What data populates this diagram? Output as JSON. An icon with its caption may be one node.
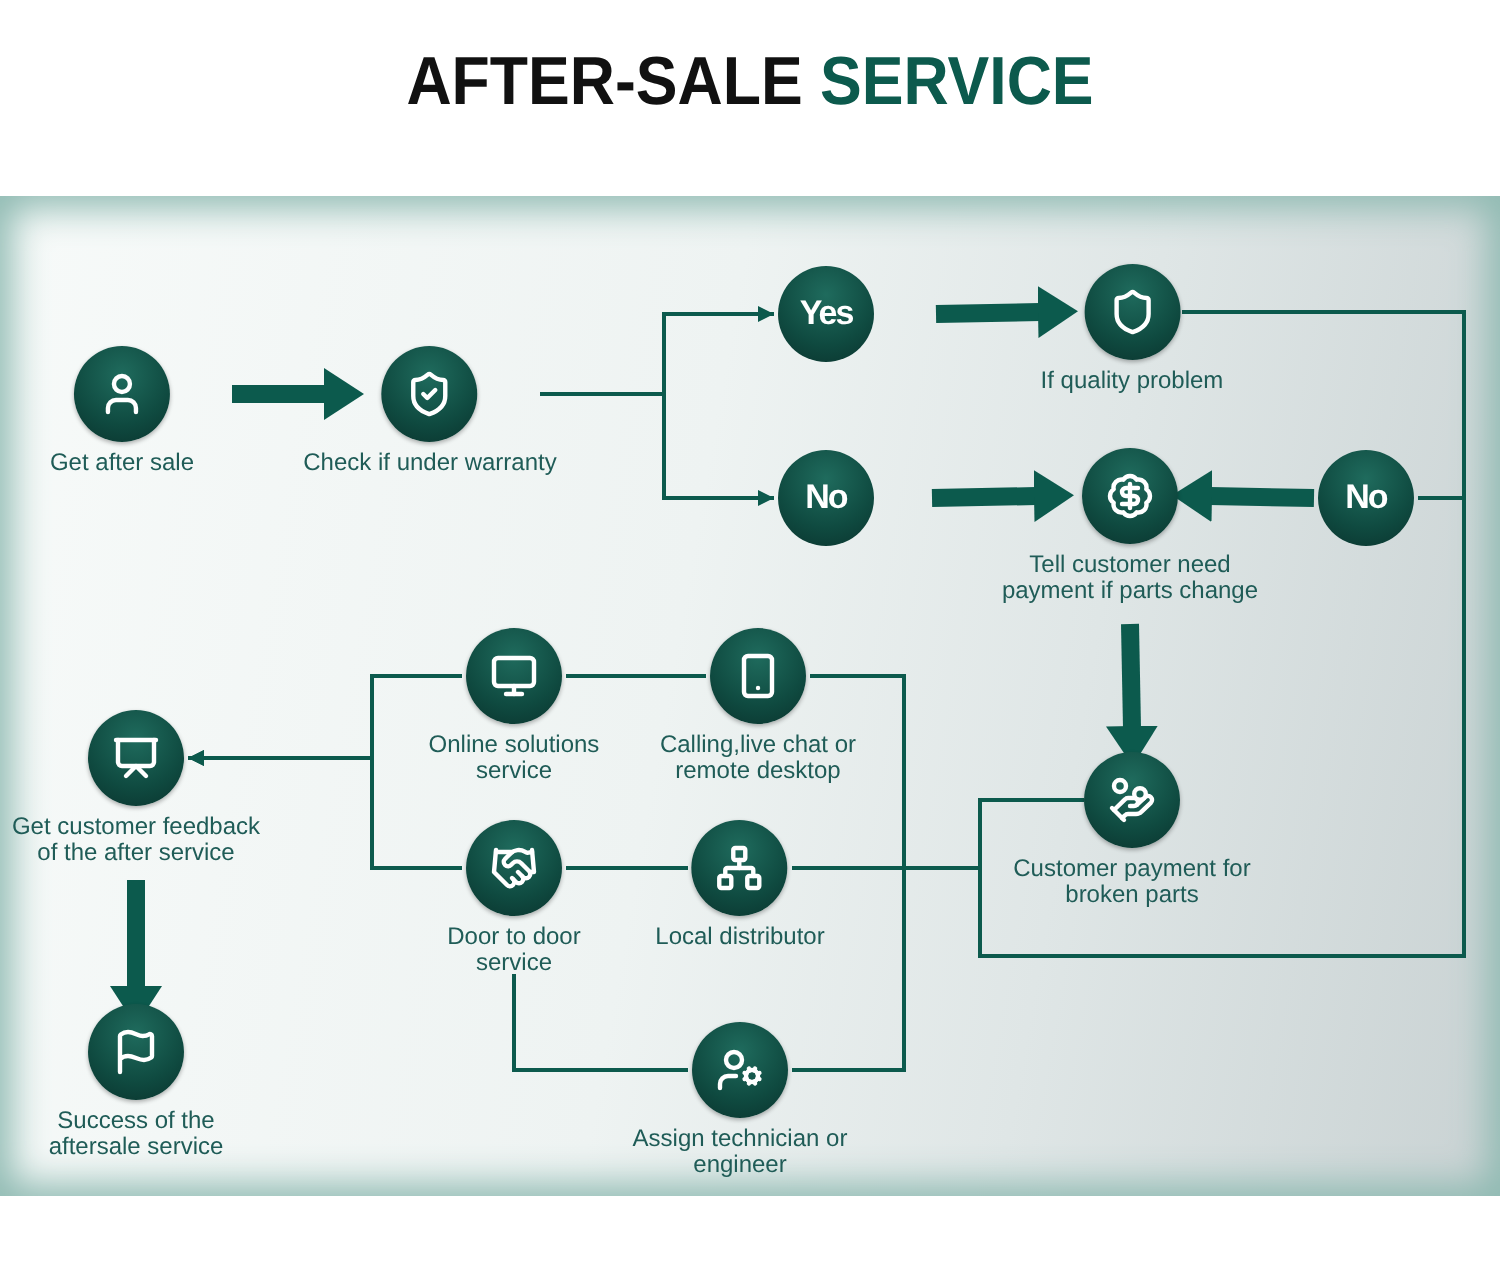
{
  "diagram": {
    "title": "AFTER-SALE SERVICE",
    "nodes": [
      {
        "text": [
          "Get after sale"
        ]
      },
      {
        "text": [
          "Check if under warranty"
        ]
      },
      {
        "text": [
          "Yes"
        ]
      },
      {
        "text": [
          "No"
        ]
      },
      {
        "text": [
          "If quality problem"
        ]
      },
      {
        "text": [
          "Tell customer need payment if parts change"
        ]
      },
      {
        "text": [
          "No"
        ]
      },
      {
        "text": [
          "Customer payment for broken parts"
        ]
      },
      {
        "text": [
          "Calling,live chat or remote desktop"
        ]
      },
      {
        "text": [
          "Online solutions service"
        ]
      },
      {
        "text": [
          "Get customer feedback of the after service"
        ]
      },
      {
        "text": [
          "Door to door service"
        ]
      },
      {
        "text": [
          "Local distributor"
        ]
      },
      {
        "text": [
          "Assign technician or engineer"
        ]
      },
      {
        "text": [
          "Success of the aftersale service"
        ]
      }
    ],
    "edges": [
      {
        "from": 0,
        "to": 1,
        "arrow": "to",
        "style": "thick"
      },
      {
        "from": 1,
        "to": 2,
        "arrow": "to"
      },
      {
        "from": 1,
        "to": 3,
        "arrow": "to"
      },
      {
        "from": 2,
        "to": 4,
        "arrow": "to",
        "style": "thick"
      },
      {
        "from": 3,
        "to": 5,
        "arrow": "to",
        "style": "thick"
      },
      {
        "from": 6,
        "to": 5,
        "arrow": "to",
        "style": "thick"
      },
      {
        "from": 4,
        "to": 6,
        "arrow": "none"
      },
      {
        "from": 4,
        "to": 7,
        "arrow": "none"
      },
      {
        "from": 5,
        "to": 7,
        "arrow": "to",
        "style": "thick"
      },
      {
        "from": 7,
        "to": 12,
        "arrow": "none"
      },
      {
        "from": 7,
        "to": 8,
        "arrow": "none"
      },
      {
        "from": 7,
        "to": 13,
        "arrow": "none"
      },
      {
        "from": 9,
        "to": 8,
        "arrow": "none"
      },
      {
        "from": 11,
        "to": 12,
        "arrow": "none"
      },
      {
        "from": 9,
        "to": 10,
        "arrow": "to"
      },
      {
        "from": 11,
        "to": 10,
        "arrow": "to"
      },
      {
        "from": 11,
        "to": 13,
        "arrow": "none"
      },
      {
        "from": 10,
        "to": 14,
        "arrow": "to",
        "style": "thick"
      }
    ]
  }
}
